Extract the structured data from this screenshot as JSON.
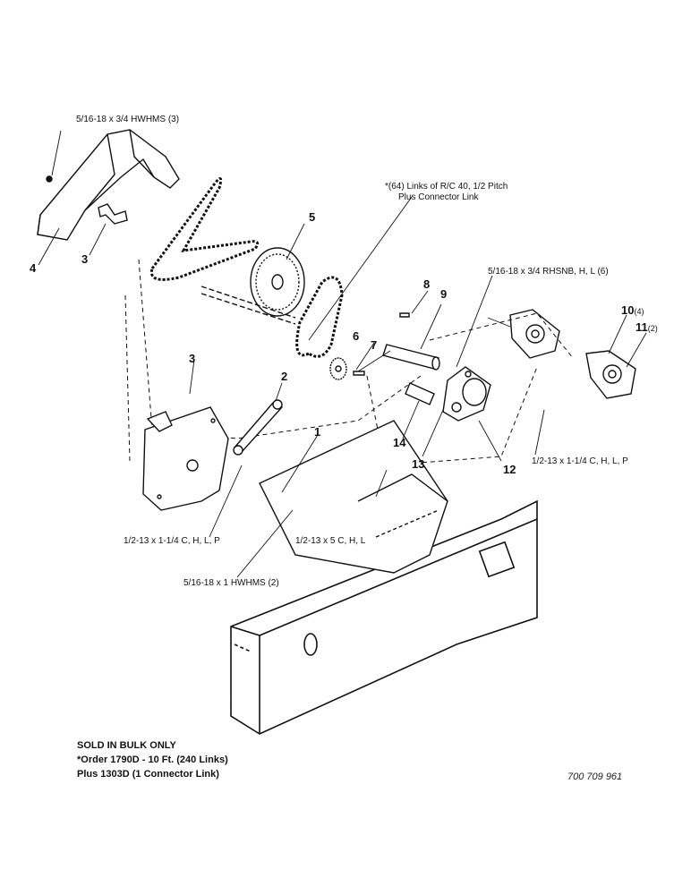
{
  "callouts": {
    "c1": "1",
    "c2": "2",
    "c3a": "3",
    "c3b": "3",
    "c4": "4",
    "c5": "5",
    "c6": "6",
    "c7": "7",
    "c8": "8",
    "c9": "9",
    "c10": "10",
    "c10q": "(4)",
    "c11": "11",
    "c11q": "(2)",
    "c12": "12",
    "c13": "13",
    "c14": "14"
  },
  "hardware": {
    "shield_bolts": "5/16-18 x 3/4 HWHMS (3)",
    "chain_line1": "*(64) Links of R/C 40, 1/2 Pitch",
    "chain_line2": "Plus Connector Link",
    "idler_bolts": "5/16-18 x 3/4 RHSNB, H, L (6)",
    "bearing_bolt": "1/2-13 x 1-1/4 C, H, L, P",
    "arm_bolt": "1/2-13 x 1-1/4 C, H, L, P",
    "long_bolt": "1/2-13 x 5 C, H, L",
    "bracket_bolts": "5/16-18 x 1 HWHMS (2)"
  },
  "notes": {
    "line1": "SOLD IN BULK ONLY",
    "line2": "*Order 1790D - 10 Ft. (240 Links)",
    "line3": "Plus 1303D (1 Connector Link)"
  },
  "part_number": "700 709 961"
}
